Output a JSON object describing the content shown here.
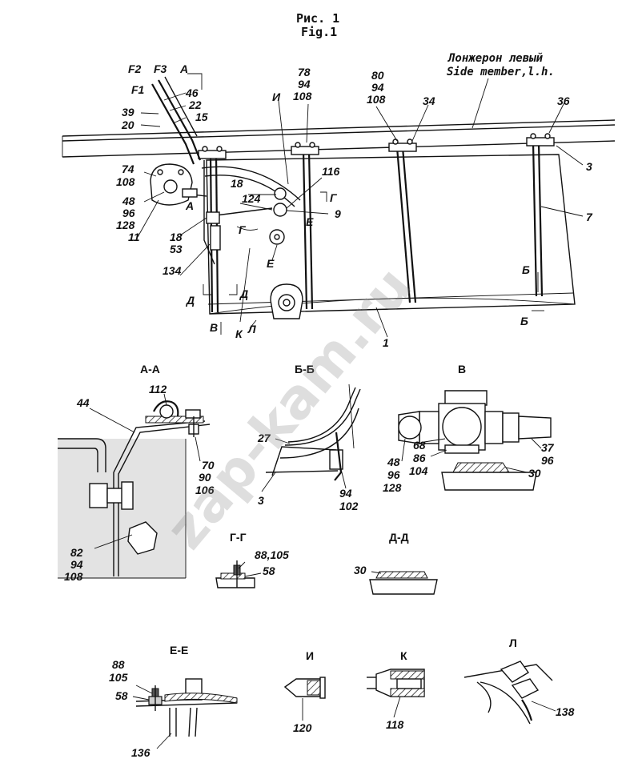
{
  "title": {
    "ru": "Рис. 1",
    "en": "Fig.1"
  },
  "side_member": {
    "ru": "Лонжерон левый",
    "en": "Side member,l.h."
  },
  "watermark": "zap-kam.ru",
  "callouts": {
    "F2": "F2",
    "F3": "F3",
    "A_top": "А",
    "F1": "F1",
    "c46": "46",
    "c22": "22",
    "c15": "15",
    "c39": "39",
    "c20": "20",
    "c74": "74",
    "c108a": "108",
    "c48": "48",
    "c96": "96",
    "c128": "128",
    "c11": "11",
    "A_side": "А",
    "c18a": "18",
    "c53": "53",
    "c134": "134",
    "D1": "Д",
    "D2": "Д",
    "V": "В",
    "K": "К",
    "L": "Л",
    "c18b": "18",
    "c124": "124",
    "G1": "Г",
    "E1": "Е",
    "I": "И",
    "c116": "116",
    "G2": "Г",
    "c9": "9",
    "E2": "Е",
    "c78": "78",
    "c94a": "94",
    "c108b": "108",
    "c80": "80",
    "c94b": "94",
    "c108c": "108",
    "c34": "34",
    "c36": "36",
    "c3": "3",
    "c7": "7",
    "B1": "Б",
    "B2": "Б",
    "c1": "1"
  },
  "sections": {
    "AA": {
      "title": "А-А",
      "labels": [
        "112",
        "44",
        "70",
        "90",
        "106",
        "82",
        "94",
        "108"
      ]
    },
    "BB": {
      "title": "Б-Б",
      "labels": [
        "27",
        "3",
        "94",
        "102"
      ]
    },
    "V": {
      "title": "В",
      "labels": [
        "68",
        "86",
        "104",
        "48",
        "96",
        "128",
        "37",
        "96",
        "30"
      ]
    },
    "GG": {
      "title": "Г-Г",
      "labels": [
        "88,105",
        "58"
      ]
    },
    "DD": {
      "title": "Д-Д",
      "labels": [
        "30"
      ]
    },
    "EE": {
      "title": "Е-Е",
      "labels": [
        "88",
        "105",
        "58",
        "136"
      ]
    },
    "I": {
      "title": "И",
      "labels": [
        "120"
      ]
    },
    "K": {
      "title": "К",
      "labels": [
        "118"
      ]
    },
    "L": {
      "title": "Л",
      "labels": [
        "138"
      ]
    }
  }
}
